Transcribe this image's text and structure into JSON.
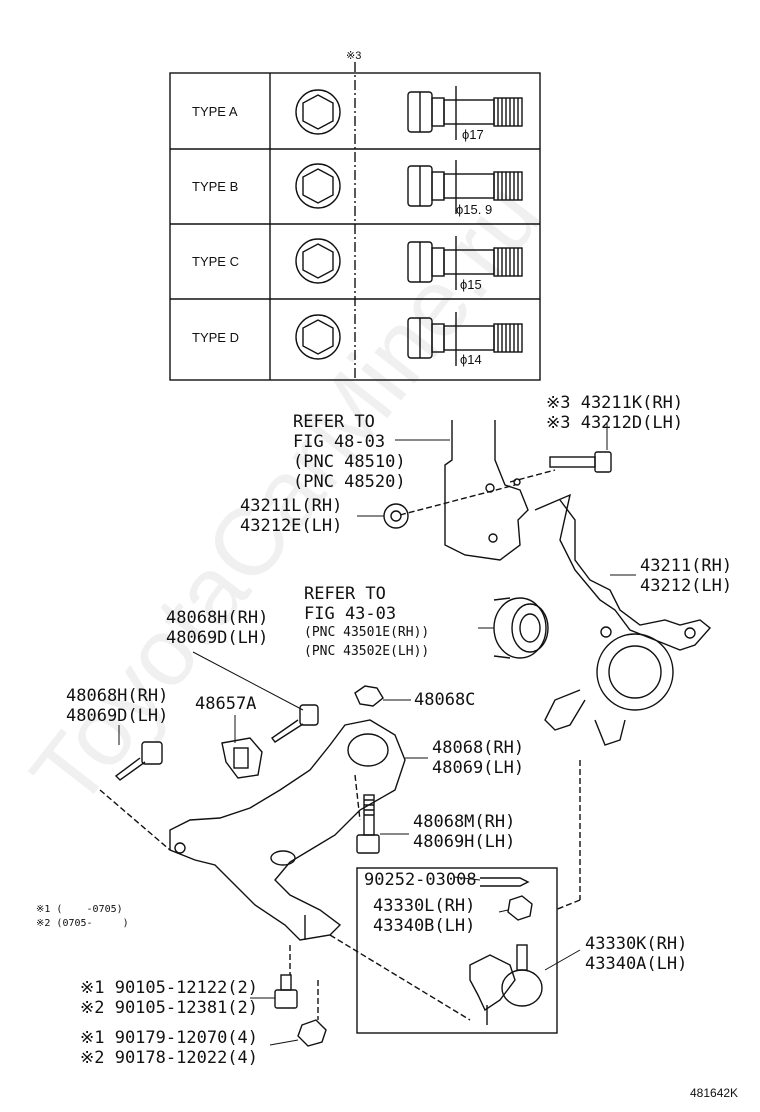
{
  "note_ref": "※3",
  "types": [
    {
      "label": "TYPE A",
      "dia": "ϕ17"
    },
    {
      "label": "TYPE B",
      "dia": "ϕ15. 9"
    },
    {
      "label": "TYPE C",
      "dia": "ϕ15"
    },
    {
      "label": "TYPE D",
      "dia": "ϕ14"
    }
  ],
  "labels": {
    "refer48": [
      "REFER TO",
      "FIG 48-03",
      "(PNC 48510)",
      "(PNC 48520)"
    ],
    "bolt_k": [
      "※3 43211K(RH)",
      "※3 43212D(LH)"
    ],
    "nut_l": [
      "43211L(RH)",
      "43212E(LH)"
    ],
    "knuckle": [
      "43211(RH)",
      "43212(LH)"
    ],
    "refer43": [
      "REFER TO",
      "FIG 43-03",
      "(PNC 43501E(RH))",
      "(PNC 43502E(LH))"
    ],
    "bolt_h1": [
      "48068H(RH)",
      "48069D(LH)"
    ],
    "bolt_h2": [
      "48068H(RH)",
      "48069D(LH)"
    ],
    "clip": "48657A",
    "nut_c": "48068C",
    "arm": [
      "48068(RH)",
      "48069(LH)"
    ],
    "bolt_m": [
      "48068M(RH)",
      "48069H(LH)"
    ],
    "pin": "90252-03008",
    "nut_330": [
      "43330L(RH)",
      "43340B(LH)"
    ],
    "ball": [
      "43330K(RH)",
      "43340A(LH)"
    ],
    "note1": "※1 (    -0705)",
    "note2": "※2 (0705-     )",
    "bolt_901": [
      "※1 90105-12122(2)",
      "※2 90105-12381(2)"
    ],
    "nut_901": [
      "※1 90179-12070(4)",
      "※2 90178-12022(4)"
    ],
    "fig_no": "481642K",
    "watermark": "ToyotaCarMine.ru"
  }
}
